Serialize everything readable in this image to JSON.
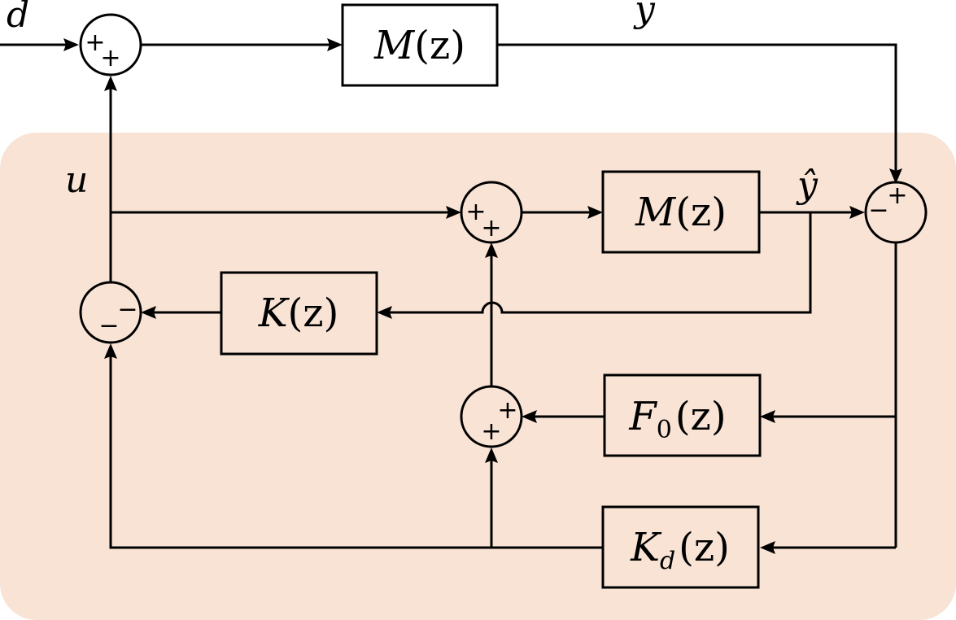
{
  "signals": {
    "d": "d",
    "y": "y",
    "u": "u",
    "y_hat": "ŷ"
  },
  "blocks": {
    "plant": {
      "name": "M",
      "arg": "(z)"
    },
    "model": {
      "name": "M",
      "arg": "(z)"
    },
    "controller": {
      "name": "K",
      "arg": "(z)"
    },
    "filter": {
      "name": "F",
      "sub": "0",
      "arg": "(z)"
    },
    "disturbance_gain": {
      "name": "K",
      "sub": "d",
      "arg": "(z)"
    }
  },
  "summing_junctions": {
    "input_sum": {
      "top": "+",
      "bottom": "+"
    },
    "model_sum": {
      "top": "+",
      "bottom": "+"
    },
    "error_sum": {
      "top": "+",
      "left": "−"
    },
    "control_sum": {
      "right": "−",
      "bottom": "−"
    },
    "feedback_sum": {
      "top": "+",
      "bottom": "+"
    }
  },
  "colors": {
    "controller_region": "#f9e3d4",
    "line": "#000000"
  }
}
